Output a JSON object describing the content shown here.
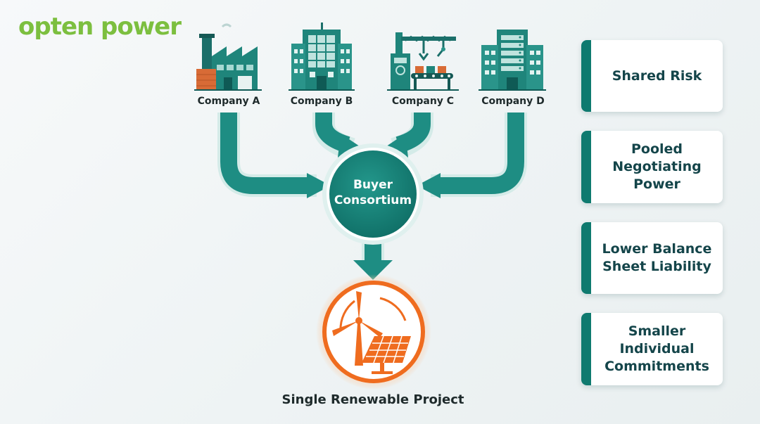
{
  "brand": {
    "logo_text": "opten power",
    "color": "#7cbf3f"
  },
  "companies": [
    {
      "label": "Company A",
      "icon": "factory-icon"
    },
    {
      "label": "Company B",
      "icon": "office-building-icon"
    },
    {
      "label": "Company C",
      "icon": "assembly-line-icon"
    },
    {
      "label": "Company D",
      "icon": "data-center-icon"
    }
  ],
  "hub": {
    "label": "Buyer\nConsortium"
  },
  "project": {
    "label": "Single Renewable Project",
    "icon": "wind-turbine-solar-panel-icon"
  },
  "benefits": [
    {
      "label": "Shared Risk"
    },
    {
      "label": "Pooled\nNegotiating\nPower"
    },
    {
      "label": "Lower Balance\nSheet Liability"
    },
    {
      "label": "Smaller\nIndividual\nCommitments"
    }
  ],
  "colors": {
    "teal_dark": "#0f6e66",
    "teal": "#1e8d83",
    "teal_light": "#5fb3aa",
    "orange": "#ef6c1f",
    "text_dark": "#1e2a2b",
    "benefit_text": "#14454a"
  }
}
